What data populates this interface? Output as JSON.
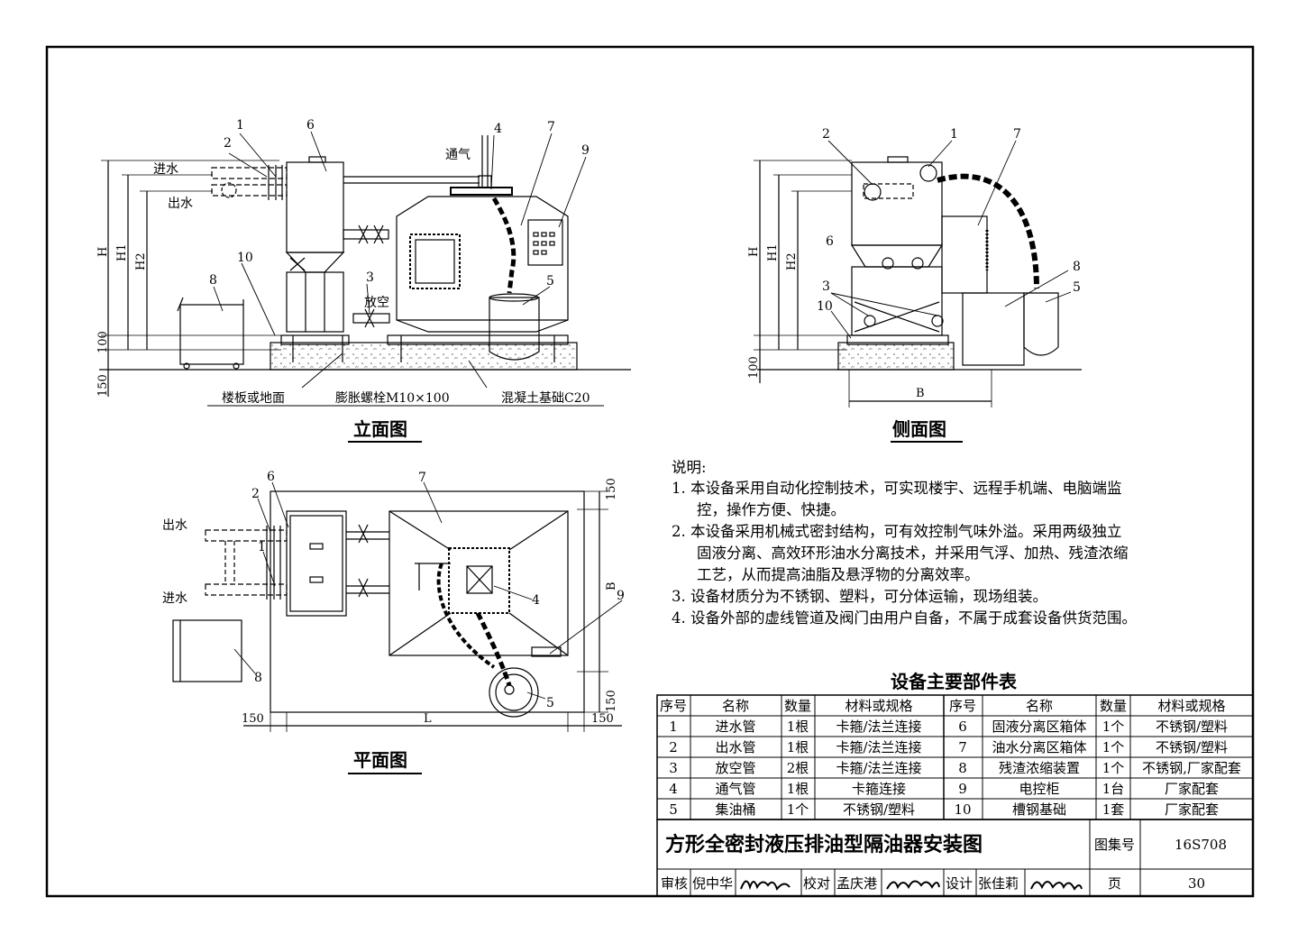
{
  "views": {
    "elevation": {
      "title": "立面图",
      "callouts": [
        "1",
        "2",
        "6",
        "4",
        "7",
        "9",
        "8",
        "10",
        "3",
        "5"
      ],
      "labels": {
        "inlet": "进水",
        "outlet": "出水",
        "vent": "通气",
        "drain": "放空"
      },
      "dims": {
        "h": "H",
        "h1": "H1",
        "h2": "H2",
        "d100": "100",
        "d150": "150"
      },
      "notes": {
        "floor": "楼板或地面",
        "bolt": "膨胀螺栓M10×100",
        "concrete": "混凝土基础C20"
      }
    },
    "side": {
      "title": "侧面图",
      "callouts": [
        "2",
        "1",
        "7",
        "6",
        "8",
        "5",
        "3",
        "10"
      ],
      "dims": {
        "h": "H",
        "h1": "H1",
        "h2": "H2",
        "d100": "100",
        "b": "B"
      }
    },
    "plan": {
      "title": "平面图",
      "callouts": [
        "6",
        "2",
        "1",
        "7",
        "4",
        "9",
        "8",
        "5"
      ],
      "labels": {
        "outlet": "出水",
        "inlet": "进水"
      },
      "dims": {
        "d150": "150",
        "b": "B",
        "l": "L"
      }
    }
  },
  "notes": {
    "heading": "说明:",
    "items": [
      {
        "line1": "1. 本设备采用自动化控制技术，可实现楼宇、远程手机端、电脑端监",
        "line2": "控，操作方便、快捷。",
        "line3": ""
      },
      {
        "line1": "2. 本设备采用机械式密封结构，可有效控制气味外溢。采用两级独立",
        "line2": "固液分离、高效环形油水分离技术，并采用气浮、加热、残渣浓缩",
        "line3": "工艺，从而提高油脂及悬浮物的分离效率。"
      },
      {
        "line1": "3. 设备材质分为不锈钢、塑料，可分体运输，现场组装。",
        "line2": "",
        "line3": ""
      },
      {
        "line1": "4. 设备外部的虚线管道及阀门由用户自备，不属于成套设备供货范围。",
        "line2": "",
        "line3": ""
      }
    ]
  },
  "parts_table": {
    "title": "设备主要部件表",
    "headers": [
      "序号",
      "名称",
      "数量",
      "材料或规格",
      "序号",
      "名称",
      "数量",
      "材料或规格"
    ],
    "rows": [
      [
        "1",
        "进水管",
        "1根",
        "卡箍/法兰连接",
        "6",
        "固液分离区箱体",
        "1个",
        "不锈钢/塑料"
      ],
      [
        "2",
        "出水管",
        "1根",
        "卡箍/法兰连接",
        "7",
        "油水分离区箱体",
        "1个",
        "不锈钢/塑料"
      ],
      [
        "3",
        "放空管",
        "2根",
        "卡箍/法兰连接",
        "8",
        "残渣浓缩装置",
        "1个",
        "不锈钢,厂家配套"
      ],
      [
        "4",
        "通气管",
        "1根",
        "卡箍连接",
        "9",
        "电控柜",
        "1台",
        "厂家配套"
      ],
      [
        "5",
        "集油桶",
        "1个",
        "不锈钢/塑料",
        "10",
        "槽钢基础",
        "1套",
        "厂家配套"
      ]
    ]
  },
  "title_block": {
    "drawing_title": "方形全密封液压排油型隔油器安装图",
    "atlas_label": "图集号",
    "atlas_no": "16S708",
    "review_label": "审核",
    "reviewer": "倪中华",
    "check_label": "校对",
    "checker": "孟庆港",
    "design_label": "设计",
    "designer": "张佳莉",
    "page_label": "页",
    "page_no": "30"
  }
}
